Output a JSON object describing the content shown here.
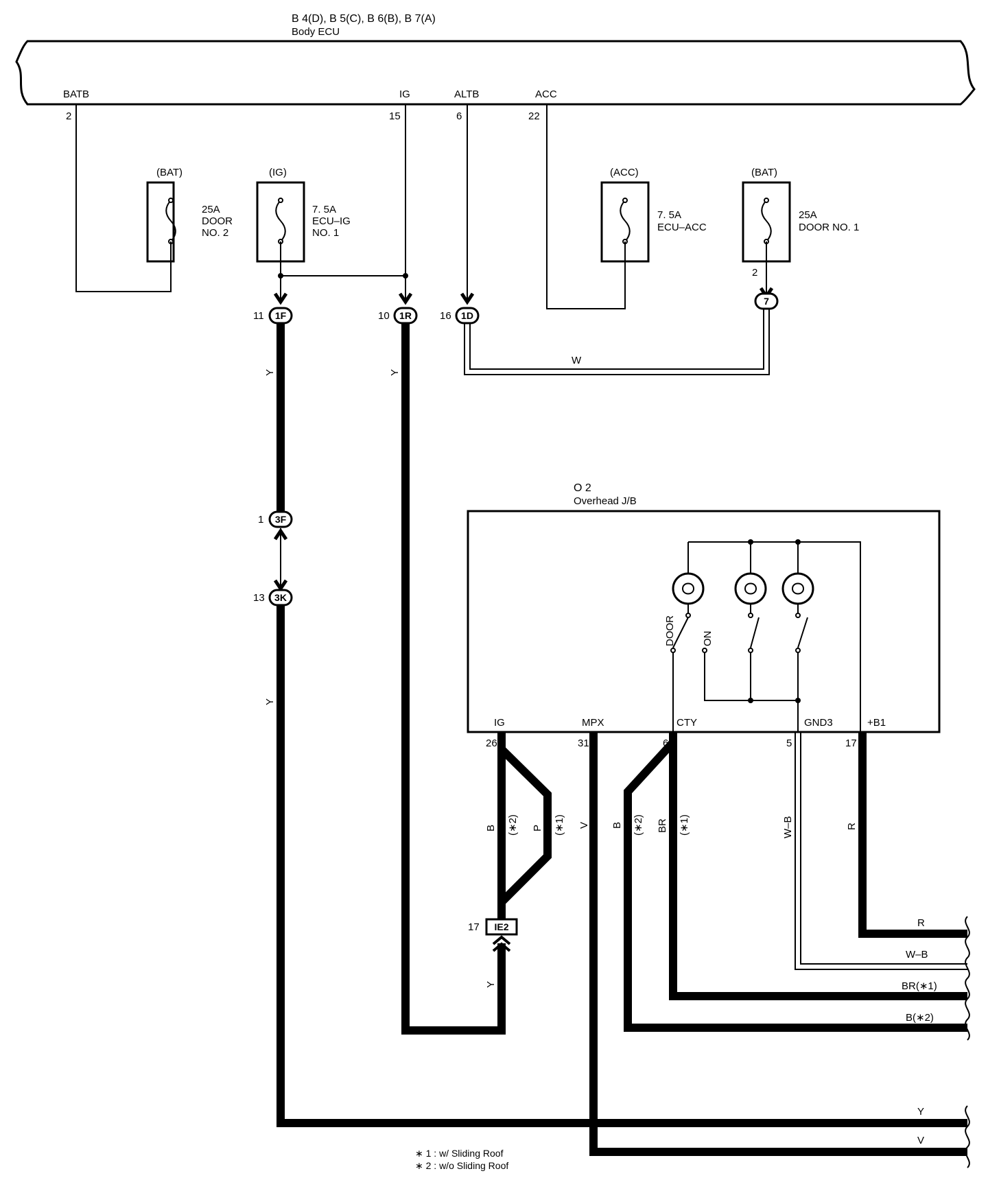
{
  "ecu": {
    "title": "B 4(D), B 5(C), B 6(B), B 7(A)",
    "name": "Body ECU",
    "pins": [
      {
        "label": "BATB",
        "num": "2"
      },
      {
        "label": "IG",
        "num": "15"
      },
      {
        "label": "ALTB",
        "num": "6"
      },
      {
        "label": "ACC",
        "num": "22"
      }
    ]
  },
  "fuses": [
    {
      "group": "(BAT)",
      "rating": "25A",
      "line1": "DOOR",
      "line2": "NO. 2"
    },
    {
      "group": "(IG)",
      "rating": "7. 5A",
      "line1": "ECU–IG",
      "line2": "NO. 1"
    },
    {
      "group": "(ACC)",
      "rating": "7. 5A",
      "line1": "ECU–ACC",
      "line2": ""
    },
    {
      "group": "(BAT)",
      "rating": "25A",
      "line1": "DOOR NO. 1",
      "line2": "",
      "pin": "2"
    }
  ],
  "connectors": [
    {
      "id": "1F",
      "pin": "11"
    },
    {
      "id": "1R",
      "pin": "10"
    },
    {
      "id": "1D",
      "pin": "16"
    },
    {
      "id": "7",
      "pin": ""
    },
    {
      "id": "3F",
      "pin": "1"
    },
    {
      "id": "3K",
      "pin": "13"
    },
    {
      "id": "IE2",
      "pin": "17"
    }
  ],
  "overhead": {
    "title": "O 2",
    "name": "Overhead J/B",
    "switch_labels": [
      "DOOR",
      "ON"
    ],
    "pins": [
      {
        "label": "IG",
        "num": "26"
      },
      {
        "label": "MPX",
        "num": "31"
      },
      {
        "label": "CTY",
        "num": "6"
      },
      {
        "label": "GND3",
        "num": "5"
      },
      {
        "label": "+B1",
        "num": "17"
      }
    ]
  },
  "wires": {
    "w_top": "W",
    "y1": "Y",
    "y2": "Y",
    "y3": "Y",
    "y4": "Y",
    "b_ig": "B",
    "star2_ig": "(∗2)",
    "p_ig": "P",
    "star1_ig": "(∗1)",
    "v": "V",
    "b_cty": "B",
    "star2_cty": "(∗2)",
    "br_cty": "BR",
    "star1_cty": "(∗1)",
    "wb": "W–B",
    "r": "R"
  },
  "outputs": [
    {
      "label": "R"
    },
    {
      "label": "W–B"
    },
    {
      "label": "BR(∗1)"
    },
    {
      "label": "B(∗2)"
    },
    {
      "label": "Y"
    },
    {
      "label": "V"
    }
  ],
  "notes": [
    "∗ 1 : w/ Sliding Roof",
    "∗ 2 : w/o Sliding Roof"
  ]
}
